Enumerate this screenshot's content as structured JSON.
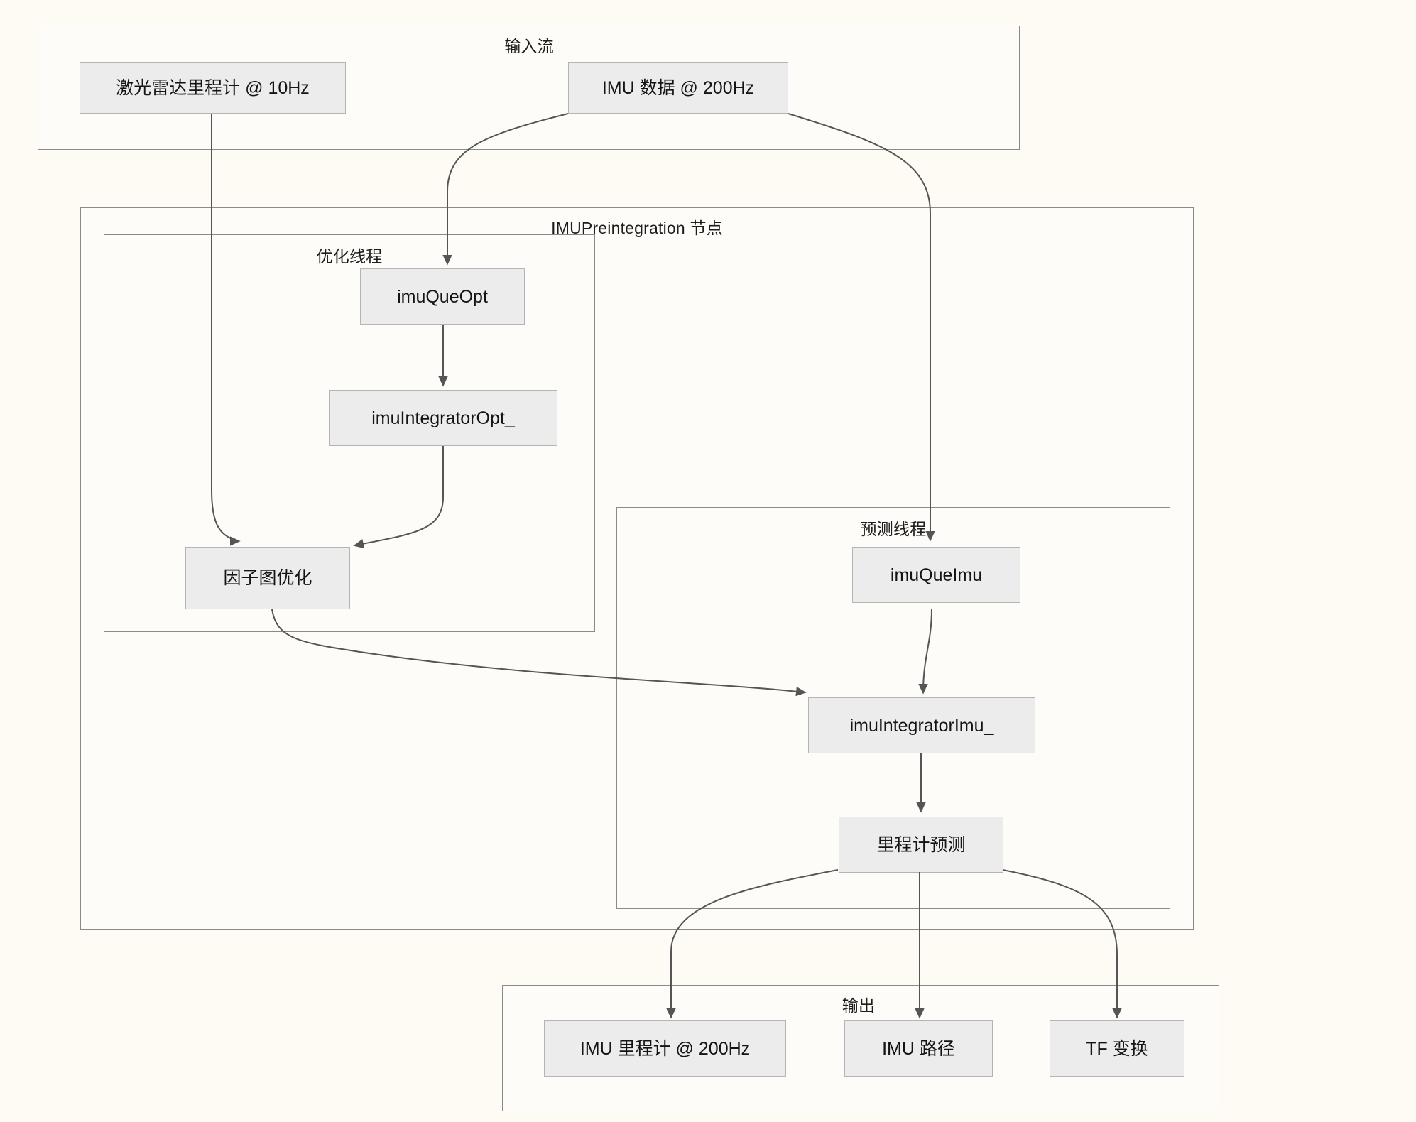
{
  "diagram": {
    "background_color": "#fdfbf4",
    "node_fill": "#ececec",
    "node_border": "#b4b4b4",
    "group_border": "#8a8a8a",
    "edge_color": "#555555"
  },
  "groups": {
    "input_stream": {
      "label": "输入流"
    },
    "imu_preintegration_node": {
      "label": "IMUPreintegration 节点"
    },
    "optimization_thread": {
      "label": "优化线程"
    },
    "prediction_thread": {
      "label": "预测线程"
    },
    "output": {
      "label": "输出"
    }
  },
  "nodes": {
    "lidar_odometry": {
      "label": "激光雷达里程计 @ 10Hz"
    },
    "imu_data": {
      "label": "IMU 数据 @ 200Hz"
    },
    "imu_que_opt": {
      "label": "imuQueOpt"
    },
    "imu_integrator_opt": {
      "label": "imuIntegratorOpt_"
    },
    "factor_graph_optimization": {
      "label": "因子图优化"
    },
    "imu_que_imu": {
      "label": "imuQueImu"
    },
    "imu_integrator_imu": {
      "label": "imuIntegratorImu_"
    },
    "odometry_prediction": {
      "label": "里程计预测"
    },
    "imu_odometry_out": {
      "label": "IMU 里程计 @ 200Hz"
    },
    "imu_path_out": {
      "label": "IMU 路径"
    },
    "tf_transform_out": {
      "label": "TF 变换"
    }
  },
  "edges": [
    {
      "from": "lidar_odometry",
      "to": "factor_graph_optimization"
    },
    {
      "from": "imu_data",
      "to": "imu_que_opt"
    },
    {
      "from": "imu_data",
      "to": "imu_que_imu"
    },
    {
      "from": "imu_que_opt",
      "to": "imu_integrator_opt"
    },
    {
      "from": "imu_integrator_opt",
      "to": "factor_graph_optimization"
    },
    {
      "from": "factor_graph_optimization",
      "to": "imu_integrator_imu"
    },
    {
      "from": "imu_que_imu",
      "to": "imu_integrator_imu"
    },
    {
      "from": "imu_integrator_imu",
      "to": "odometry_prediction"
    },
    {
      "from": "odometry_prediction",
      "to": "imu_odometry_out"
    },
    {
      "from": "odometry_prediction",
      "to": "imu_path_out"
    },
    {
      "from": "odometry_prediction",
      "to": "tf_transform_out"
    }
  ]
}
